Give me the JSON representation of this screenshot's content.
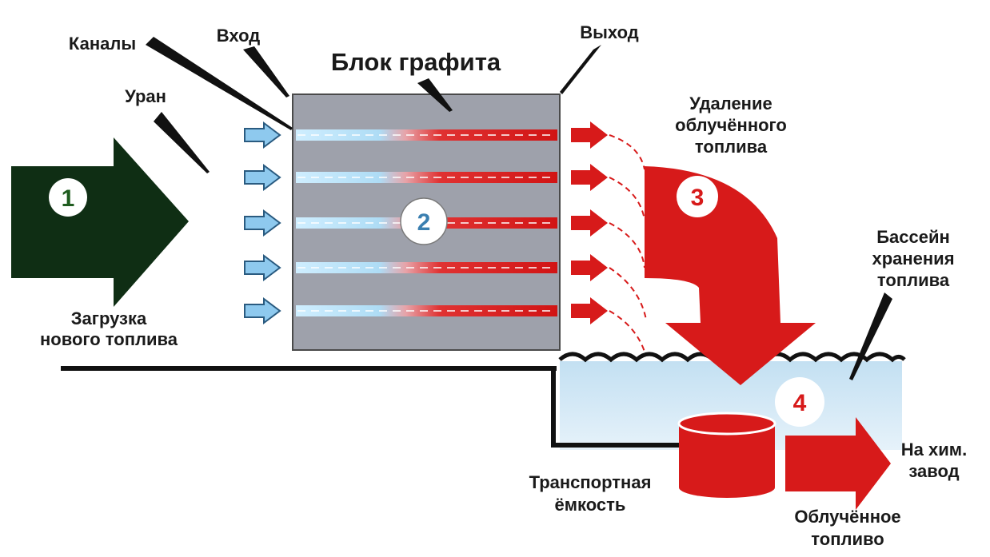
{
  "labels": {
    "graphite_block": "Блок графита",
    "inlet": "Вход",
    "outlet": "Выход",
    "channels": "Каналы",
    "uranium": "Уран",
    "fresh_fuel": [
      "Загрузка",
      "нового топлива"
    ],
    "removal": [
      "Удаление",
      "облучённого",
      "топлива"
    ],
    "pool": [
      "Бассейн",
      "хранения",
      "топлива"
    ],
    "container": [
      "Транспортная",
      "ёмкость"
    ],
    "irradiated_fuel": [
      "Облучённое",
      "топливо"
    ],
    "chem_plant": [
      "На хим.",
      "завод"
    ]
  },
  "steps": [
    "1",
    "2",
    "3",
    "4"
  ],
  "colors": {
    "dark_arrow": "#0f2e14",
    "step1_number": "#1f5c1f",
    "step2_number": "#3a7fb0",
    "red": "#d71a1a",
    "graphite": "#9ea1ab",
    "inlet_blue": "#8ec9ee",
    "water": "#d3e9f6"
  }
}
